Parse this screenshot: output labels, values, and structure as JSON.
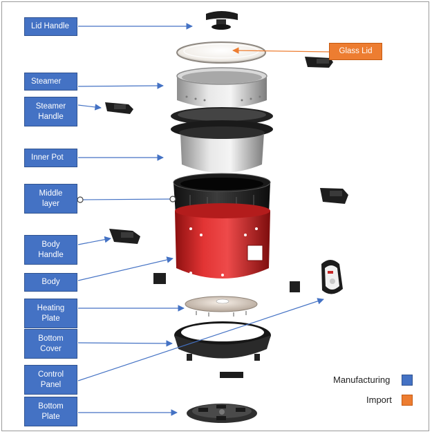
{
  "labels": {
    "lid_handle": "Lid Handle",
    "glass_lid": "Glass Lid",
    "steamer": "Steamer",
    "steamer_handle": "Steamer\nHandle",
    "inner_pot": "Inner Pot",
    "middle_layer": "Middle\nlayer",
    "body_handle": "Body\nHandle",
    "body": "Body",
    "heating_plate": "Heating\nPlate",
    "bottom_cover": "Bottom\nCover",
    "control_panel": "Control\nPanel",
    "bottom_plate": "Bottom\nPlate"
  },
  "legend": {
    "manufacturing": "Manufacturing",
    "import": "Import"
  },
  "colors": {
    "manufacturing": "#4472c4",
    "import": "#ed7d31",
    "arrow": "#4472c4",
    "body_red": "#d42a2a",
    "dark_part": "#2a2a2a",
    "metal": "#bdbdbd"
  }
}
